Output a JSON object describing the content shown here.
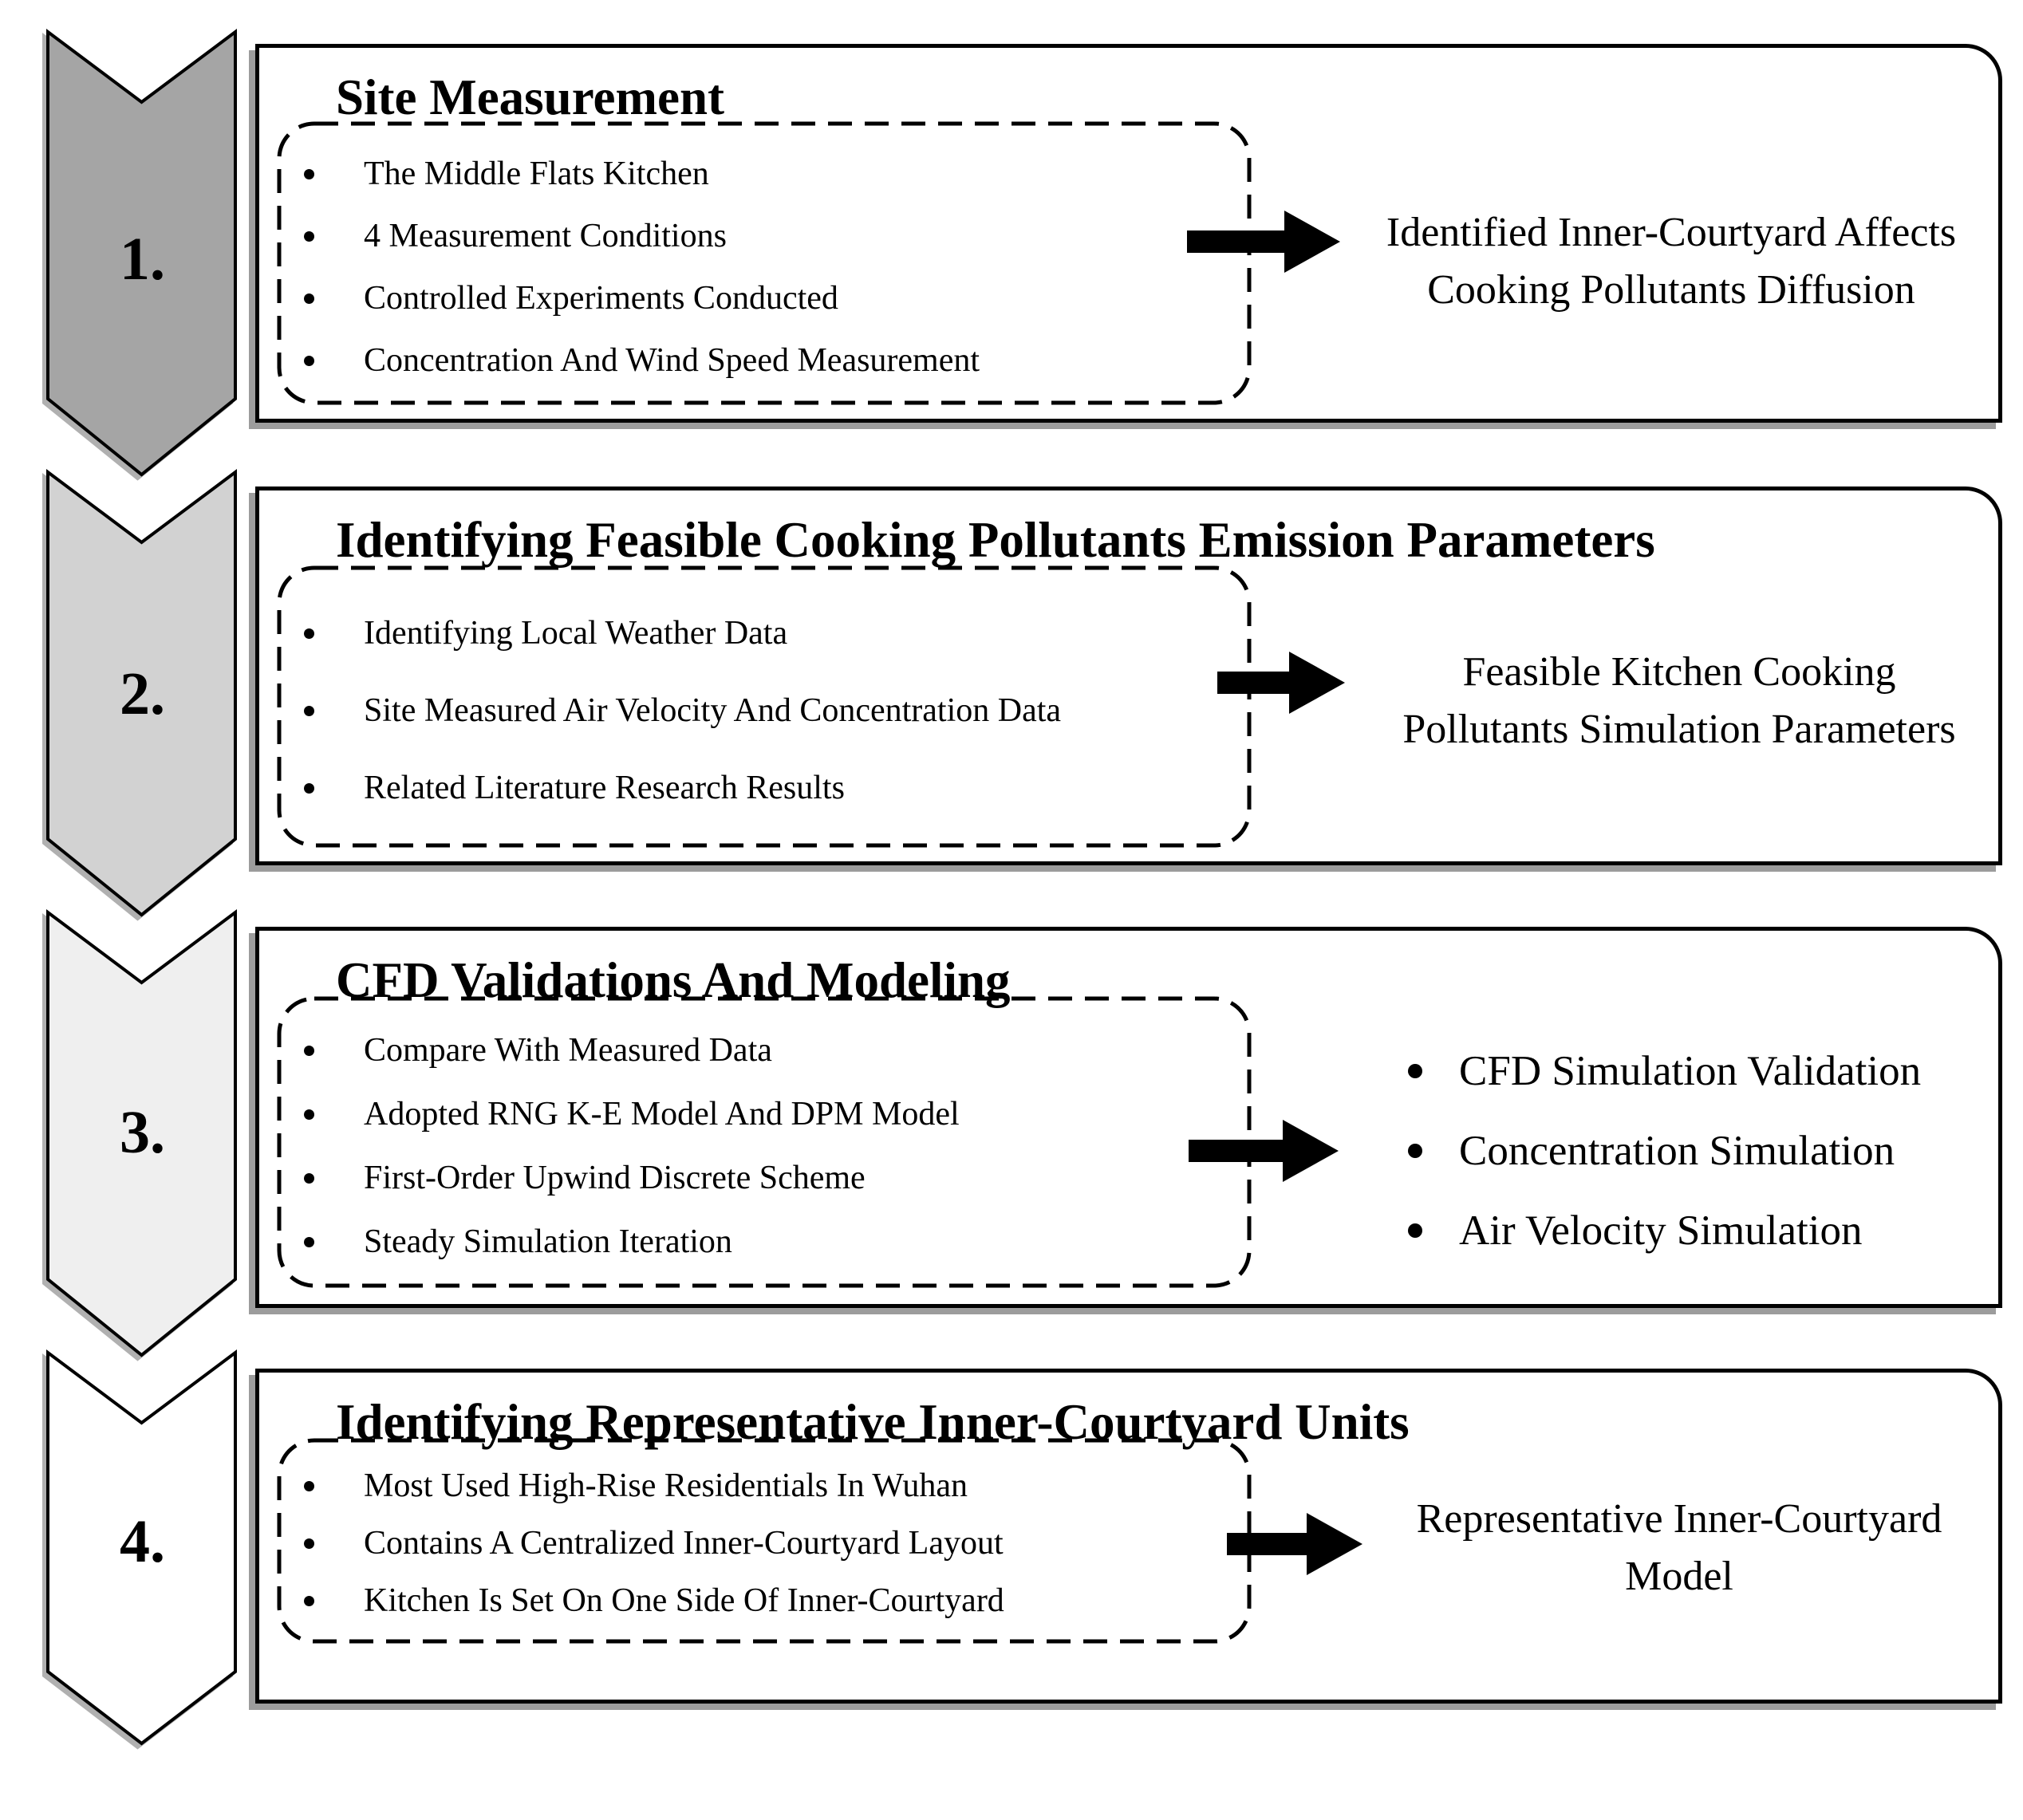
{
  "figure": {
    "steps": [
      {
        "number": "1.",
        "title": "Site Measurement",
        "bullets": [
          "The Middle Flats Kitchen",
          "4 Measurement Conditions",
          "Controlled Experiments Conducted",
          "Concentration And Wind Speed Measurement"
        ],
        "output_lines": [
          "Identified Inner-Courtyard Affects",
          "Cooking Pollutants Diffusion"
        ],
        "chevron_color": "#a5a5a5"
      },
      {
        "number": "2.",
        "title": "Identifying Feasible Cooking Pollutants Emission Parameters",
        "bullets": [
          "Identifying Local Weather Data",
          "Site Measured Air Velocity And Concentration Data",
          "Related Literature Research Results"
        ],
        "output_lines": [
          "Feasible Kitchen Cooking",
          "Pollutants Simulation Parameters"
        ],
        "chevron_color": "#d2d2d2"
      },
      {
        "number": "3.",
        "title": "CFD Validations And Modeling",
        "bullets": [
          "Compare With Measured Data",
          "Adopted RNG K-E Model And DPM Model",
          "First-Order Upwind Discrete Scheme",
          "Steady Simulation Iteration"
        ],
        "output_bullets": [
          "CFD Simulation Validation",
          "Concentration Simulation",
          "Air Velocity Simulation"
        ],
        "chevron_color": "#efefef"
      },
      {
        "number": "4.",
        "title": "Identifying Representative Inner-Courtyard Units",
        "bullets": [
          "Most Used High-Rise Residentials In Wuhan",
          "Contains A Centralized Inner-Courtyard Layout",
          "Kitchen Is Set On One Side Of Inner-Courtyard"
        ],
        "output_lines": [
          "Representative Inner-Courtyard",
          "Model"
        ],
        "chevron_color": "#ffffff"
      }
    ],
    "colors": {
      "line": "#000000",
      "shadow": "#9c9c9c",
      "background": "#ffffff"
    }
  }
}
